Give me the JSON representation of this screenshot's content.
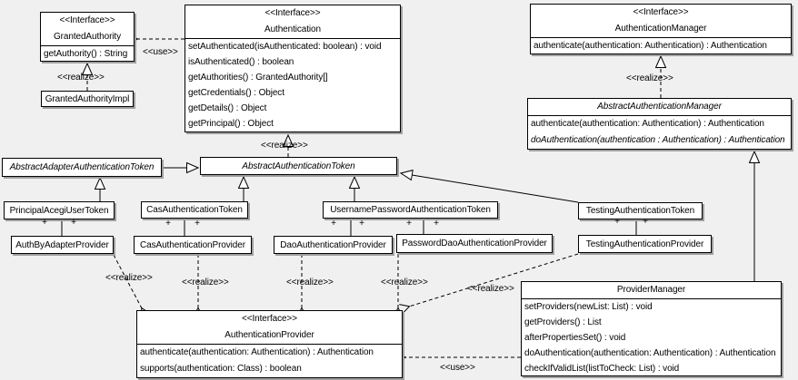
{
  "colors": {
    "background": "#f0f0f0",
    "node_fill": "#ffffff",
    "node_border": "#000000",
    "node_shadow": "#9f9f9f",
    "line": "#000000"
  },
  "labels": {
    "realize": "<<realize>>",
    "use": "<<use>>",
    "plus": "+"
  },
  "classes": {
    "granted_authority": {
      "stereotype": "<<Interface>>",
      "name": "GrantedAuthority",
      "methods": [
        "getAuthority() : String"
      ]
    },
    "granted_authority_impl": {
      "name": "GrantedAuthorityImpl"
    },
    "authentication": {
      "stereotype": "<<Interface>>",
      "name": "Authentication",
      "methods": [
        "setAuthenticated(isAuthenticated: boolean) : void",
        "isAuthenticated() : boolean",
        "getAuthorities() : GrantedAuthority[]",
        "getCredentials() : Object",
        "getDetails() : Object",
        "getPrincipal() : Object"
      ]
    },
    "authentication_manager": {
      "stereotype": "<<Interface>>",
      "name": "AuthenticationManager",
      "methods": [
        "authenticate(authentication: Authentication) : Authentication"
      ]
    },
    "abstract_authentication_manager": {
      "name": "AbstractAuthenticationManager",
      "methods": [
        "authenticate(authentication: Authentication) : Authentication",
        "doAuthentication(authentication : Authentication) : Authentication"
      ]
    },
    "abstract_adapter_authentication_token": {
      "name": "AbstractAdapterAuthenticationToken"
    },
    "abstract_authentication_token": {
      "name": "AbstractAuthenticationToken"
    },
    "principal_acegi_user_token": {
      "name": "PrincipalAcegiUserToken"
    },
    "cas_authentication_token": {
      "name": "CasAuthenticationToken"
    },
    "username_password_authentication_token": {
      "name": "UsernamePasswordAuthenticationToken"
    },
    "testing_authentication_token": {
      "name": "TestingAuthenticationToken"
    },
    "auth_by_adapter_provider": {
      "name": "AuthByAdapterProvider"
    },
    "cas_authentication_provider": {
      "name": "CasAuthenticationProvider"
    },
    "dao_authentication_provider": {
      "name": "DaoAuthenticationProvider"
    },
    "password_dao_authentication_provider": {
      "name": "PasswordDaoAuthenticationProvider"
    },
    "testing_authentication_provider": {
      "name": "TestingAuthenticationProvider"
    },
    "authentication_provider": {
      "stereotype": "<<Interface>>",
      "name": "AuthenticationProvider",
      "methods": [
        "authenticate(authentication: Authentication) : Authentication",
        "supports(authentication: Class) : boolean"
      ]
    },
    "provider_manager": {
      "name": "ProviderManager",
      "methods": [
        "setProviders(newList: List) : void",
        "getProviders() : List",
        "afterPropertiesSet() : void",
        "doAuthentication(authentication: Authentication) : Authentication",
        "checkIfValidList(listToCheck: List) : void"
      ]
    }
  }
}
